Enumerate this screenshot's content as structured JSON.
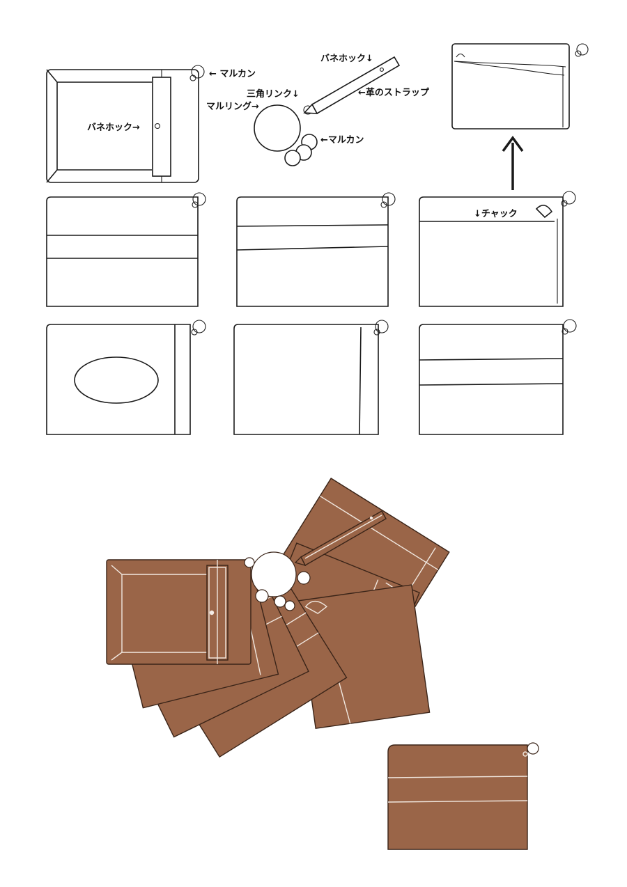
{
  "labels": {
    "marukan_top": "← マルカン",
    "hook_strap": "バネホック↓",
    "triangle_link": "三角リンク↓",
    "leather_strap": "←革のストラップ",
    "maru_ring": "マルリング→",
    "marukan_ring": "←マルカン",
    "hook_card": "バネホック→",
    "zipper": "↓チャック"
  },
  "colors": {
    "leather": "#9a6548",
    "leather_edge": "#3a2418",
    "stitch": "#f1e8e0",
    "ink": "#1a1a1a"
  }
}
